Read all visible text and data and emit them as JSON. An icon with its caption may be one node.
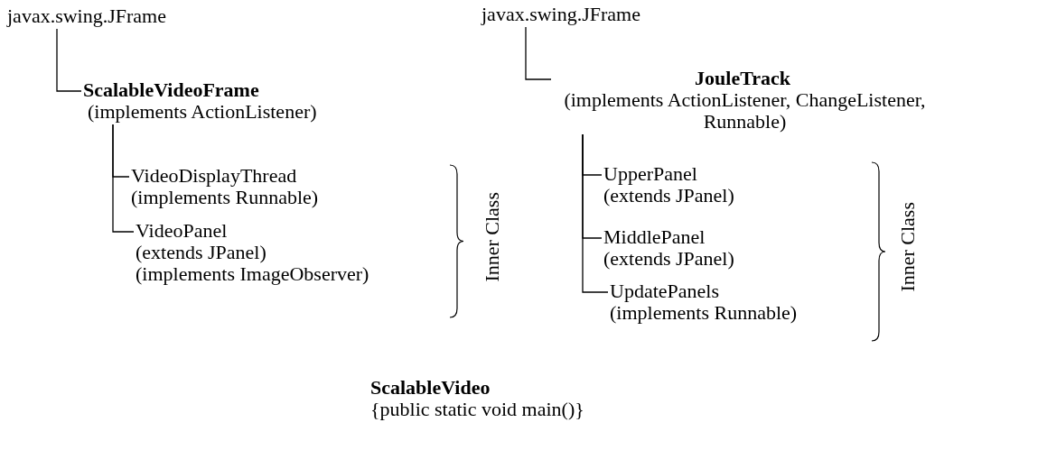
{
  "diagram": {
    "nodes": [
      {
        "text": [
          "javax.swing.JFrame"
        ]
      },
      {
        "text": [
          "ScalableVideoFrame",
          "(implements ActionListener)"
        ]
      },
      {
        "text": [
          "VideoDisplayThread",
          "(implements Runnable)"
        ]
      },
      {
        "text": [
          "VideoPanel",
          "(extends JPanel)",
          "(implements ImageObserver)"
        ]
      },
      {
        "text": [
          "javax.swing.JFrame"
        ]
      },
      {
        "text": [
          "JouleTrack",
          "(implements ActionListener, ChangeListener, Runnable)"
        ]
      },
      {
        "text": [
          "UpperPanel",
          "(extends JPanel)"
        ]
      },
      {
        "text": [
          "MiddlePanel",
          "(extends JPanel)"
        ]
      },
      {
        "text": [
          "UpdatePanels",
          "(implements Runnable)"
        ]
      },
      {
        "text": [
          "ScalableVideo",
          "{public static void main()}"
        ]
      }
    ],
    "edges": [
      {
        "from": 0,
        "to": 1,
        "arrow": "none"
      },
      {
        "from": 1,
        "to": 2,
        "arrow": "none"
      },
      {
        "from": 1,
        "to": 3,
        "arrow": "none"
      },
      {
        "from": 4,
        "to": 5,
        "arrow": "none"
      },
      {
        "from": 5,
        "to": 6,
        "arrow": "none"
      },
      {
        "from": 5,
        "to": 7,
        "arrow": "none"
      },
      {
        "from": 5,
        "to": 8,
        "arrow": "none"
      }
    ],
    "labels": [
      "Inner Class",
      "Inner Class"
    ]
  }
}
